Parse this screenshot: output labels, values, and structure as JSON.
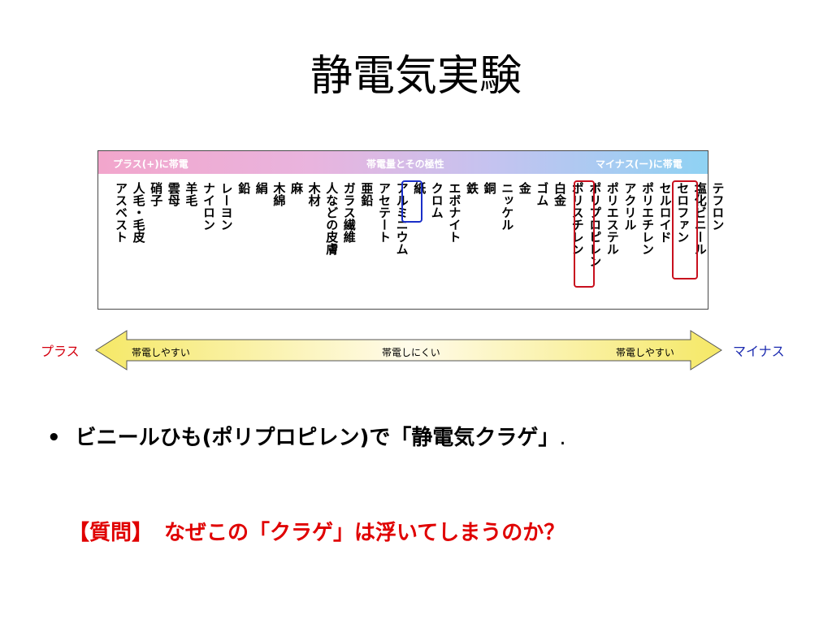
{
  "title": "静電気実験",
  "panel": {
    "header_left": "プラス(+)に帯電",
    "header_center": "帯電量とその極性",
    "header_right": "マイナス(ー)に帯電",
    "materials": [
      "アスベスト",
      "人毛・毛皮",
      "硝子",
      "雲母",
      "羊毛",
      "ナイロン",
      "レーヨン",
      "鉛",
      "絹",
      "木綿",
      "麻",
      "木材",
      "人などの皮膚",
      "ガラス繊維",
      "亜鉛",
      "アセテート",
      "アルミニウム",
      "紙",
      "クロム",
      "エボナイト",
      "鉄",
      "銅",
      "ニッケル",
      "金",
      "ゴム",
      "白金",
      "ポリスチレン",
      "ポリプロピレン",
      "ポリエステル",
      "アクリル",
      "ポリエチレン",
      "セルロイド",
      "セロファン",
      "塩化ビニール",
      "テフロン"
    ],
    "highlight_colors": {
      "blue": "#1a2fc8",
      "red": "#c8101e"
    }
  },
  "scale": {
    "left_side": "プラス",
    "right_side": "マイナス",
    "left_label": "帯電しやすい",
    "center_label": "帯電しにくい",
    "right_label": "帯電しやすい",
    "left_color": "#d4000f",
    "right_color": "#1c2bb0"
  },
  "bullet": {
    "text": "ビニールひも(ポリプロピレン)で「静電気クラゲ」",
    "tail": "."
  },
  "question": {
    "label": "【質問】",
    "text": "なぜこの「クラゲ」は浮いてしまうのか？"
  }
}
